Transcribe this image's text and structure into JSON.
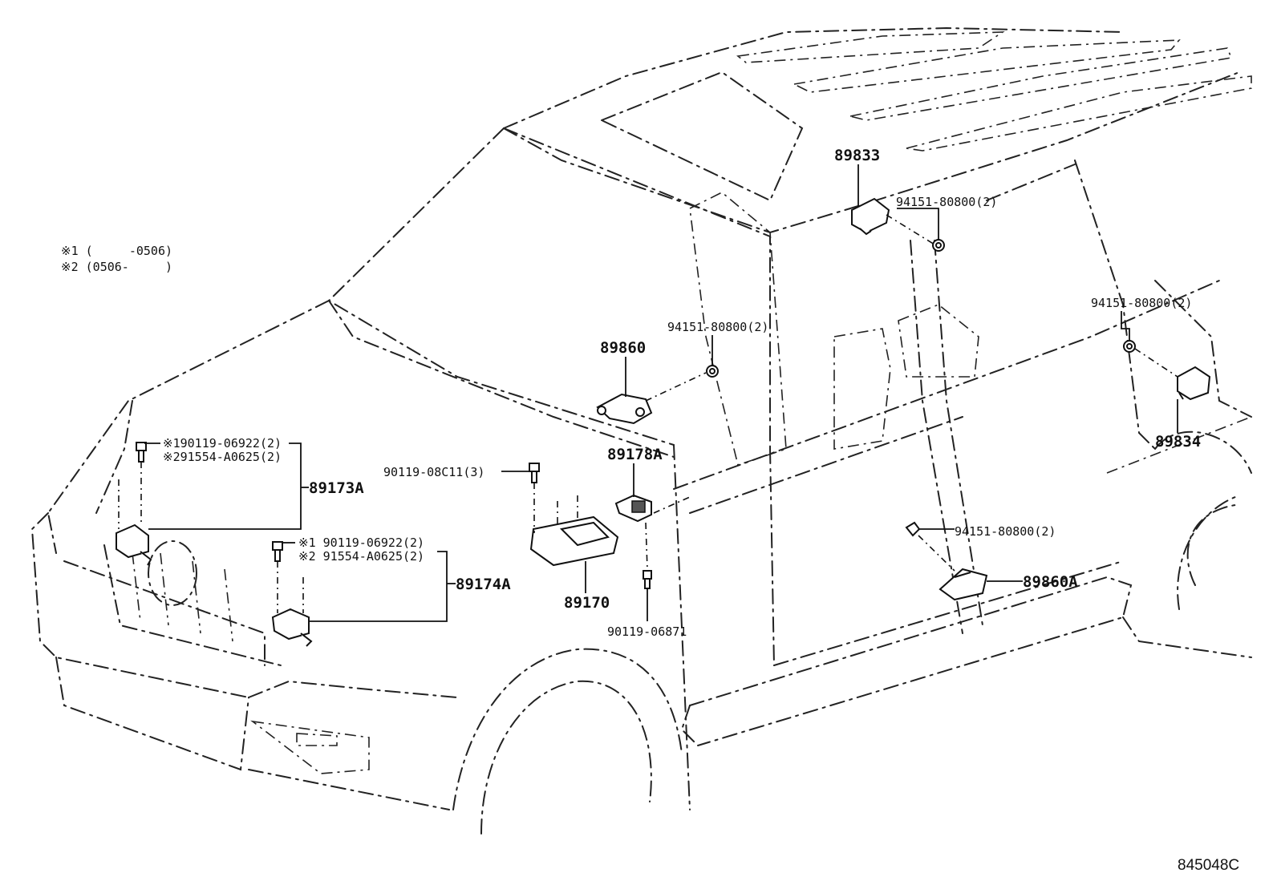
{
  "notes": {
    "note1": "※1 (     -0506)",
    "note2": "※2 (0506-     )"
  },
  "parts": {
    "p89833": "89833",
    "p89834": "89834",
    "p89860": "89860",
    "p89860A": "89860A",
    "p89178A": "89178A",
    "p89170": "89170",
    "p89173A": "89173A",
    "p89174A": "89174A"
  },
  "fasteners": {
    "f_top_right": "94151-80800(2)",
    "f_right": "94151-80800(2)",
    "f_center": "94151-80800(2)",
    "f_lower_right": "94151-80800(2)",
    "f_ecu_bolt": "90119-08C11(3)",
    "f_bottom_bolt": "90119-06871",
    "f_left_upper_1": "※190119-06922(2)",
    "f_left_upper_2": "※291554-A0625(2)",
    "f_left_lower_1": "※1 90119-06922(2)",
    "f_left_lower_2": "※2 91554-A0625(2)"
  },
  "figure_code": "845048C"
}
